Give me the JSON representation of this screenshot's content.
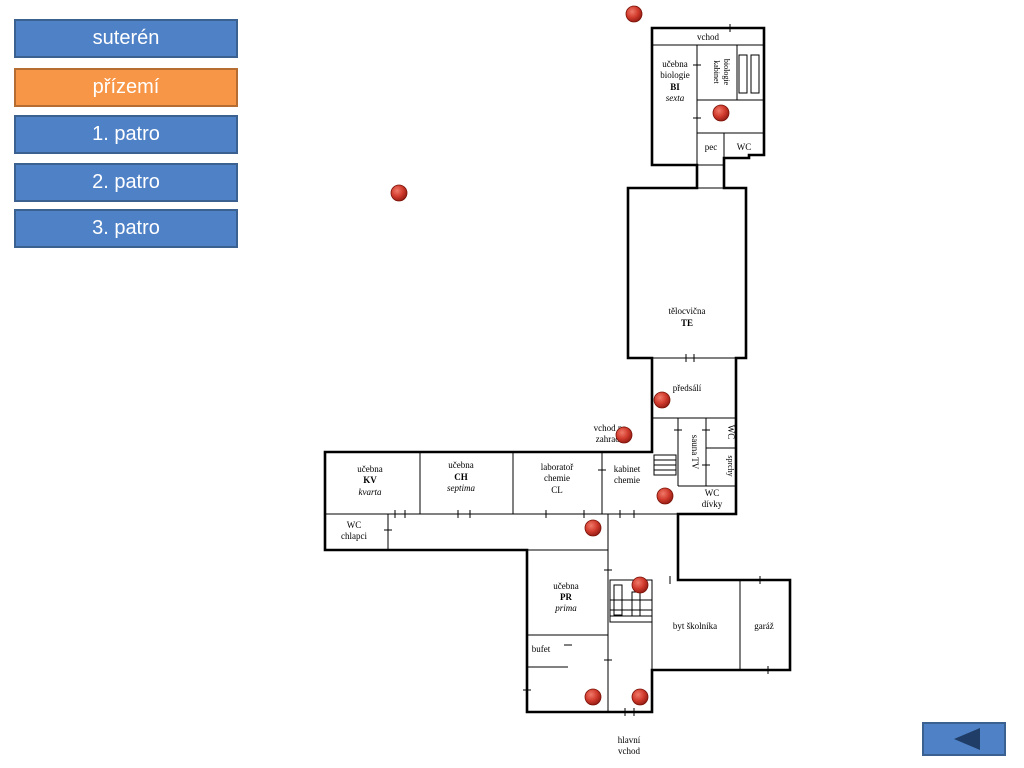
{
  "floors": [
    {
      "label": "suterén",
      "active": false
    },
    {
      "label": "přízemí",
      "active": true
    },
    {
      "label": "1. patro",
      "active": false
    },
    {
      "label": "2. patro",
      "active": false
    },
    {
      "label": "3. patro",
      "active": false
    }
  ],
  "rooms": {
    "entrance_top": "vchod",
    "bio_1": "učebna",
    "bio_2": "biologie",
    "bio_3": "BI",
    "bio_4": "sexta",
    "bio_cabinet_1": "kabinet",
    "bio_cabinet_2": "biologie",
    "kiln": "pec",
    "wc_top": "WC",
    "gym_1": "tělocvična",
    "gym_2": "TE",
    "vestibule": "předsálí",
    "garden_1": "vchod na",
    "garden_2": "zahradu",
    "wc_right": "WC",
    "sauna": "sauna TV",
    "showers": "sprchy",
    "wc_girls_1": "WC",
    "wc_girls_2": "dívky",
    "kv_1": "učebna",
    "kv_2": "KV",
    "kv_3": "kvarta",
    "ch_1": "učebna",
    "ch_2": "CH",
    "ch_3": "septima",
    "lab_1": "laboratoř",
    "lab_2": "chemie",
    "lab_3": "CL",
    "chem_cab_1": "kabinet",
    "chem_cab_2": "chemie",
    "wc_boys_1": "WC",
    "wc_boys_2": "chlapci",
    "pr_1": "učebna",
    "pr_2": "PR",
    "pr_3": "prima",
    "buffet": "bufet",
    "janitor_flat": "byt školníka",
    "garage": "garáž",
    "main_1": "hlavní",
    "main_2": "vchod"
  },
  "colors": {
    "button": "#4f81c7",
    "button_active": "#f79646",
    "marker": "#c0392b"
  },
  "icons": {
    "back": "triangle-left-icon",
    "marker": "red-dot-icon"
  }
}
